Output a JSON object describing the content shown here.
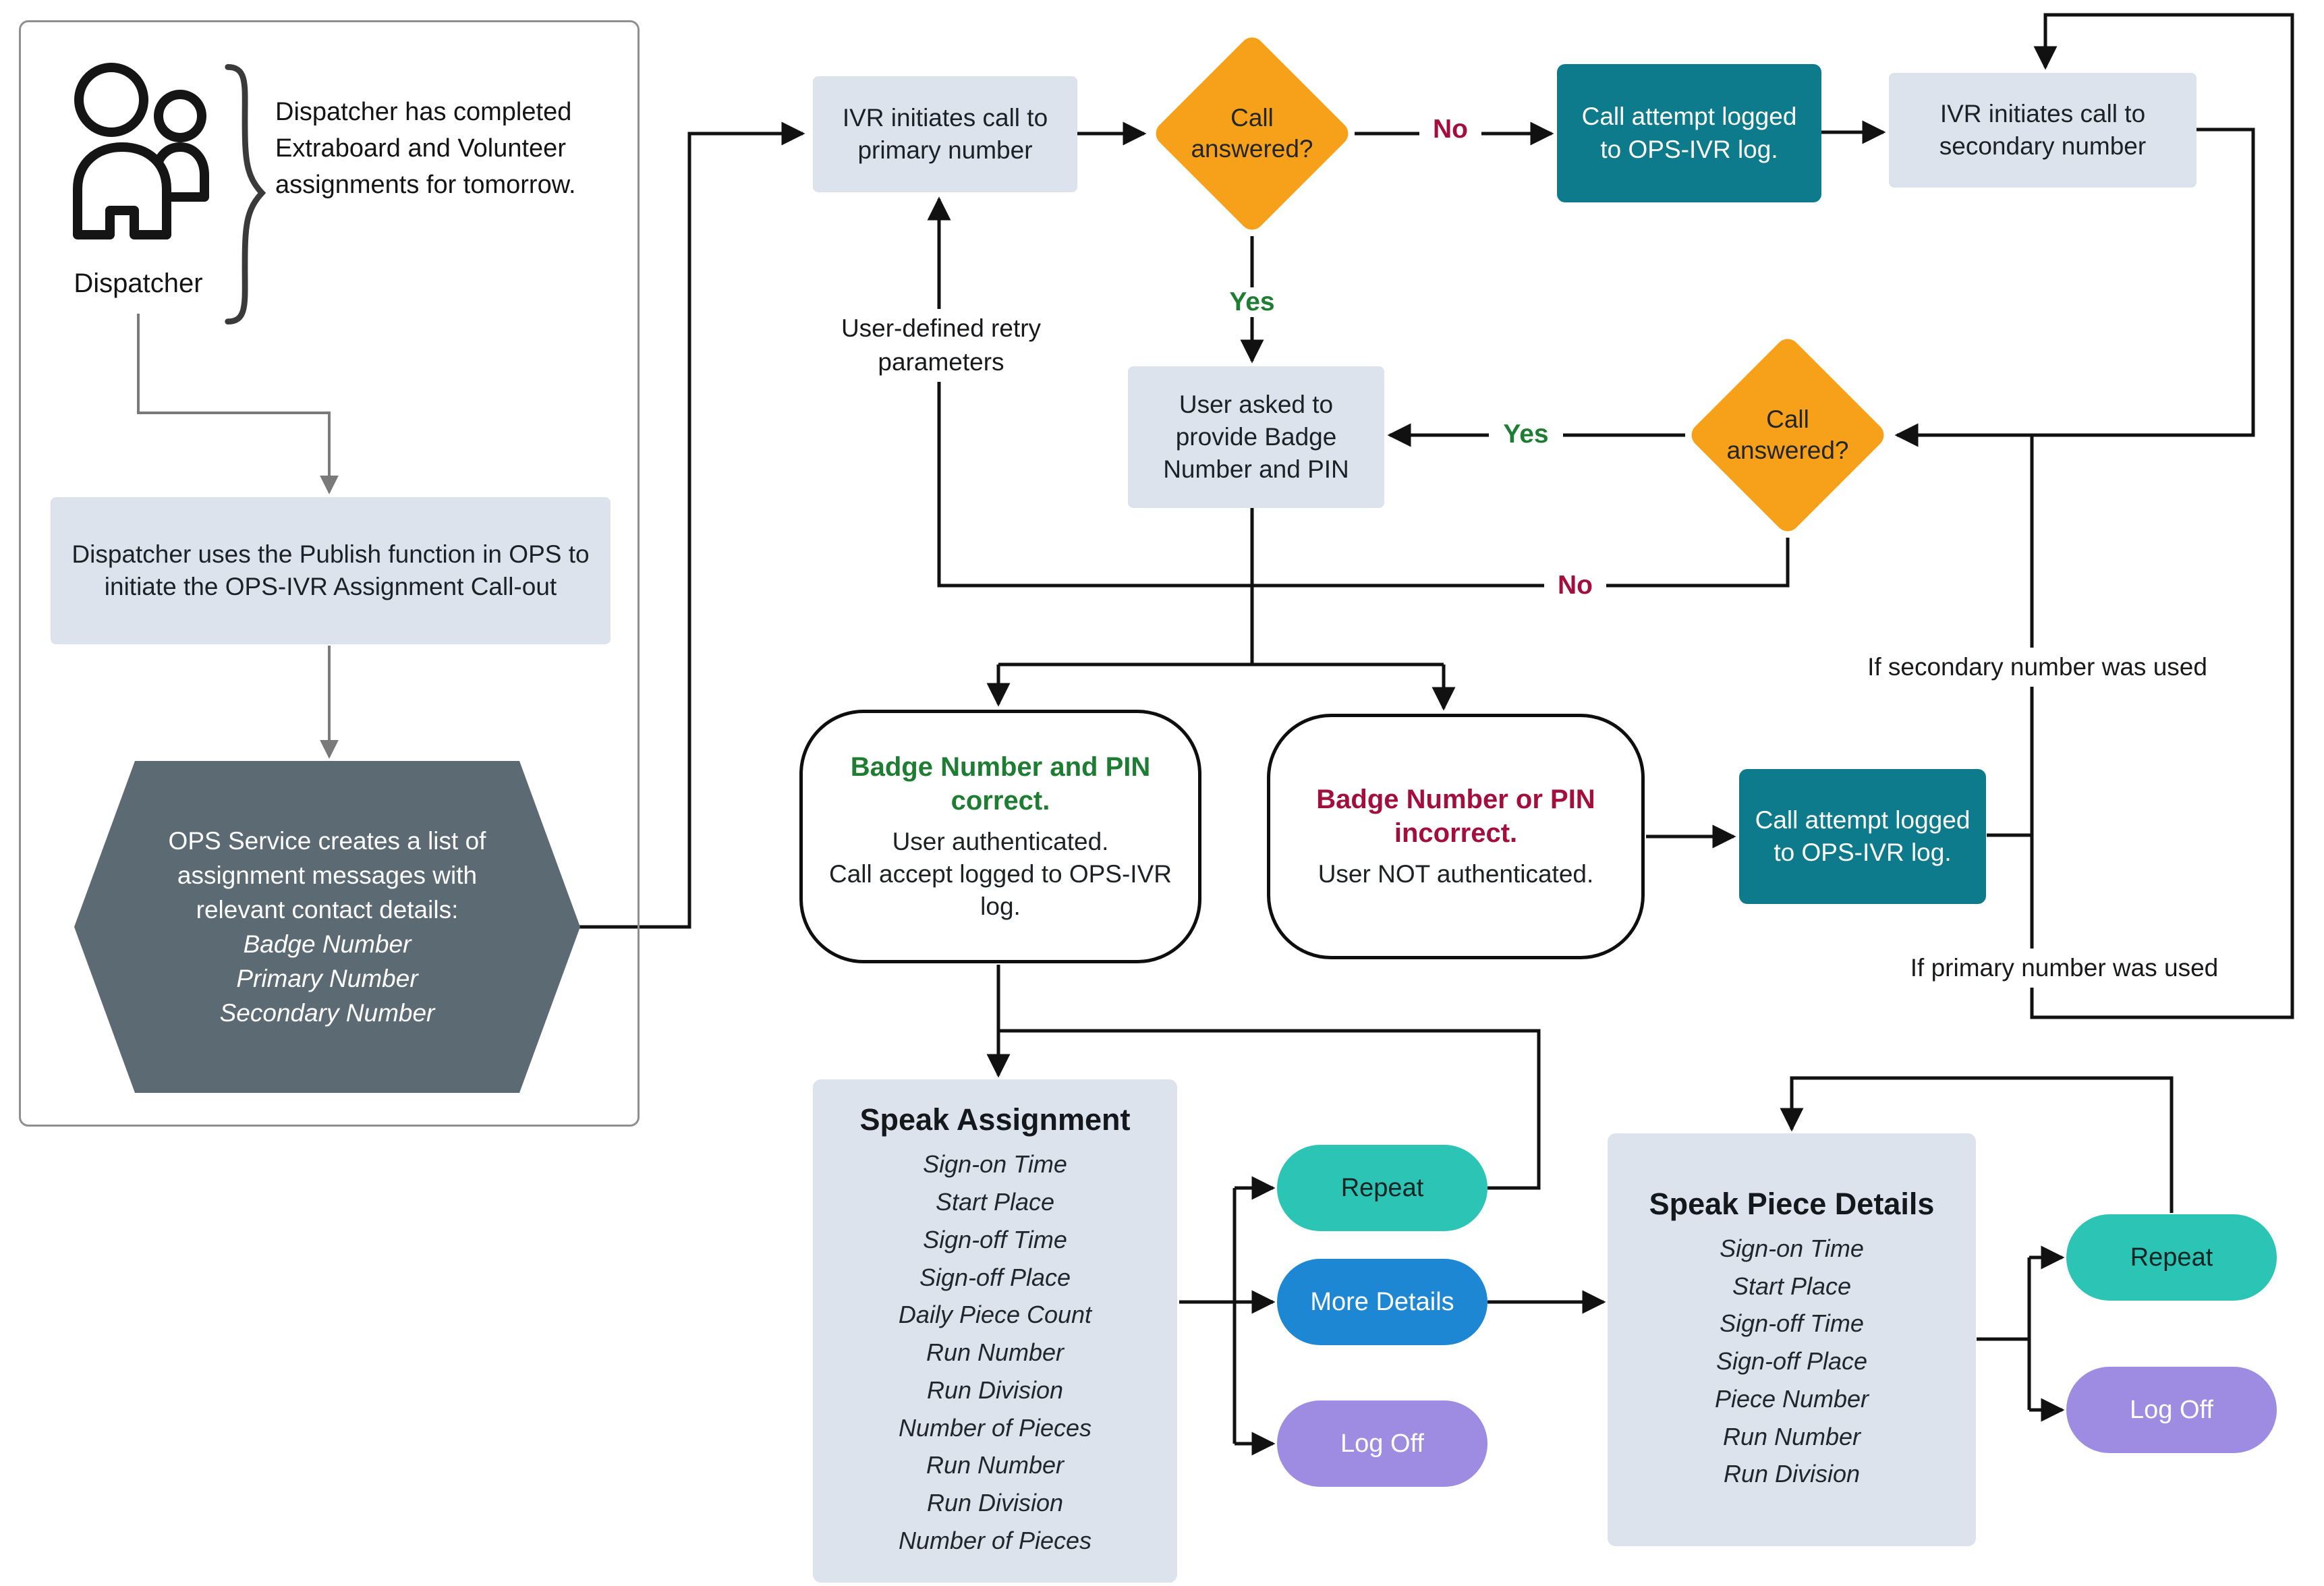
{
  "colors": {
    "box-light": "#dce3ec",
    "teal": "#0e7b8c",
    "orange": "#f7a11a",
    "slate": "#5b6a73",
    "green": "#1f7d33",
    "crimson": "#a30f3d",
    "turquoise": "#2cc5b5",
    "blue": "#1e87d4",
    "purple": "#9d8ce1",
    "line": "#111111",
    "gray-line": "#7a7a7a"
  },
  "left_panel": {
    "actor_label": "Dispatcher",
    "note": "Dispatcher has completed Extraboard and Volunteer assignments for tomorrow.",
    "publish_box": "Dispatcher uses the Publish function in OPS to initiate the OPS-IVR Assignment Call-out",
    "hexagon_intro": "OPS Service creates a list of assignment messages with relevant contact details:",
    "hexagon_details": [
      "Badge Number",
      "Primary Number",
      "Secondary Number"
    ]
  },
  "flow": {
    "ivr_primary": "IVR initiates call to primary number",
    "diamond1": "Call answered?",
    "diamond2": "Call answered?",
    "no1": "No",
    "yes1": "Yes",
    "yes2": "Yes",
    "no2": "No",
    "log_top": "Call attempt logged to OPS-IVR log.",
    "ivr_secondary": "IVR initiates call to secondary number",
    "retry": "User-defined retry parameters",
    "ask_badge": "User asked to provide Badge Number and PIN",
    "auth_ok_title": "Badge Number and PIN correct.",
    "auth_ok_line1": "User authenticated.",
    "auth_ok_line2": "Call accept logged to OPS-IVR log.",
    "auth_fail_title": "Badge Number or PIN incorrect.",
    "auth_fail_line1": "User NOT authenticated.",
    "log_mid": "Call attempt logged to OPS-IVR log.",
    "secondary_used": "If secondary number was used",
    "primary_used": "If primary number was used"
  },
  "speak_assignment": {
    "title": "Speak Assignment",
    "items": [
      "Sign-on Time",
      "Start Place",
      "Sign-off Time",
      "Sign-off Place",
      "Daily Piece Count",
      "Run Number",
      "Run Division",
      "Number of Pieces",
      "Run Number",
      "Run Division",
      "Number of Pieces"
    ]
  },
  "speak_piece": {
    "title": "Speak Piece Details",
    "items": [
      "Sign-on Time",
      "Start Place",
      "Sign-off Time",
      "Sign-off Place",
      "Piece Number",
      "Run Number",
      "Run Division"
    ]
  },
  "buttons": {
    "repeat": "Repeat",
    "more_details": "More Details",
    "log_off": "Log Off"
  }
}
